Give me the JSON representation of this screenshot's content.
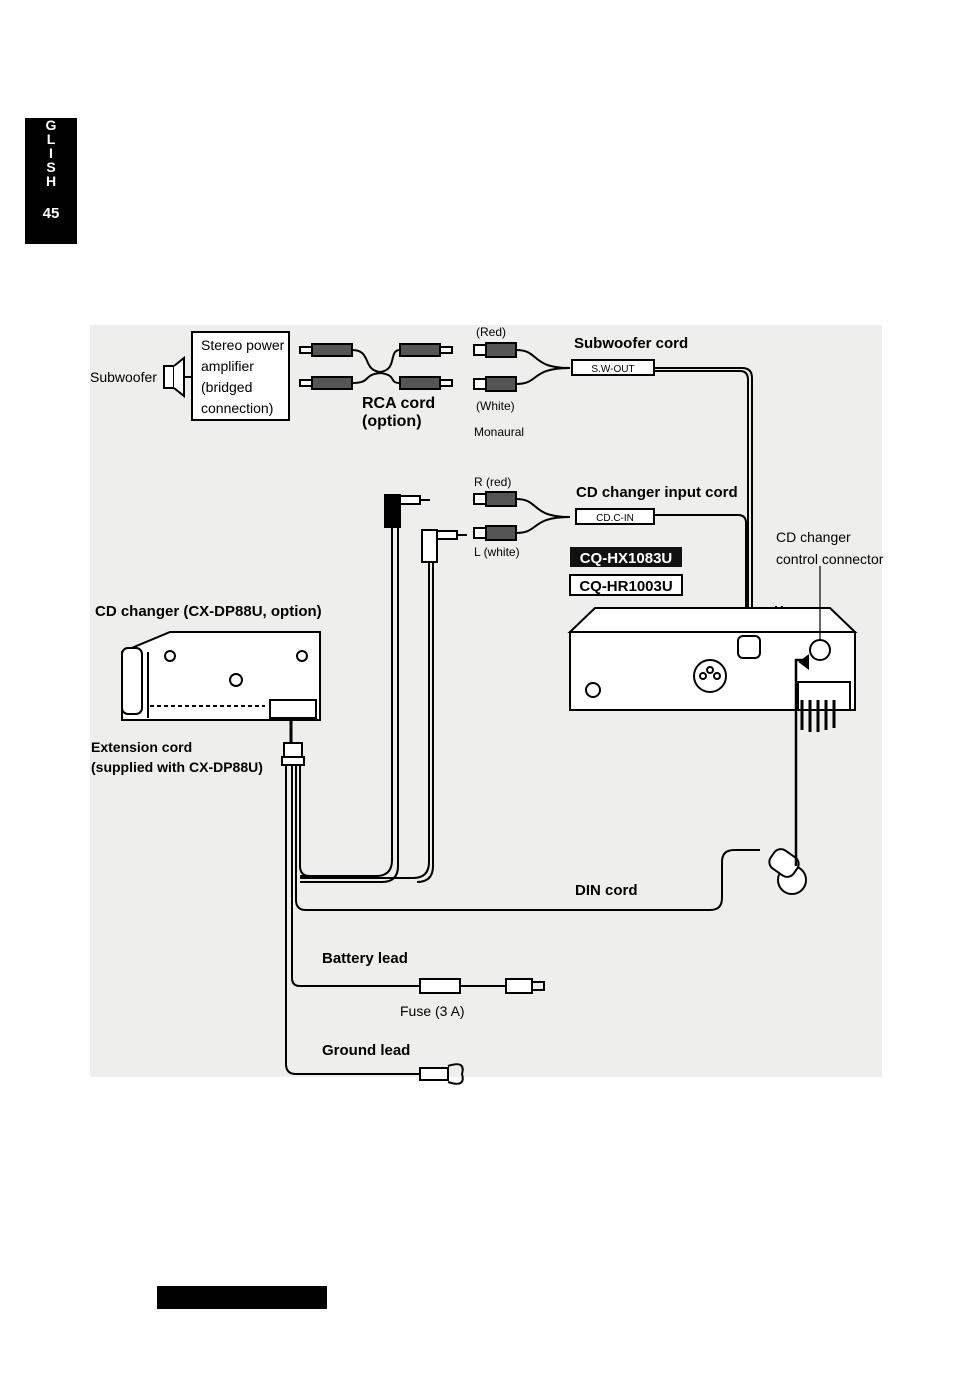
{
  "side_tab": {
    "letters": [
      "G",
      "L",
      "I",
      "S",
      "H"
    ],
    "page_number": "45"
  },
  "labels": {
    "subwoofer": "Subwoofer",
    "amp_line1": "Stereo power",
    "amp_line2": "amplifier",
    "amp_line3": "(bridged",
    "amp_line4": "connection)",
    "rca_line1": "RCA cord",
    "rca_line2": "(option)",
    "red": "(Red)",
    "white": "(White)",
    "monaural": "Monaural",
    "subwoofer_cord": "Subwoofer cord",
    "sw_out": "S.W-OUT",
    "r_red": "R (red)",
    "l_white": "L (white)",
    "cd_changer_input_cord": "CD changer input cord",
    "cd_c_in": "CD.C-IN",
    "model1": "CQ-HX1083U",
    "model2": "CQ-HR1003U",
    "cd_changer_control_line1": "CD changer",
    "cd_changer_control_line2": "control connector",
    "cd_changer": "CD changer (CX-DP88U, option)",
    "extension_line1": "Extension cord",
    "extension_line2": "(supplied with CX-DP88U)",
    "din_cord": "DIN cord",
    "battery_lead": "Battery lead",
    "fuse": "Fuse (3 A)",
    "ground_lead": "Ground lead"
  }
}
